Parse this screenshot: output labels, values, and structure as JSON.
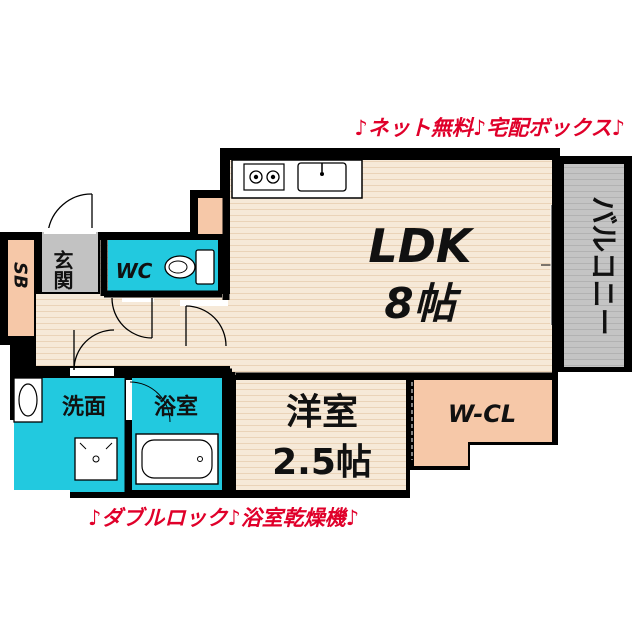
{
  "banner_top": "♪ネット無料♪宅配ボックス♪",
  "banner_bottom": "♪ダブルロック♪浴室乾燥機♪",
  "rooms": {
    "ldk_name": "LDK",
    "ldk_size": "8帖",
    "western_name": "洋室",
    "western_size": "2.5帖",
    "balcony": "バルコニー",
    "wcl": "W-CL",
    "entrance": "玄関",
    "sb": "SB",
    "wc": "WC",
    "washroom": "洗面",
    "bathroom": "浴室"
  },
  "colors": {
    "wall": "#000000",
    "floor_wood": "#f6e9d8",
    "floor_stripe": "#efdcc6",
    "wet_area": "#22c9df",
    "entrance_floor": "#bdbdbd",
    "storage": "#f6c8a8",
    "balcony": "#bdbdbd",
    "banner_text": "#e0002a"
  },
  "icons": [
    "stove-icon",
    "sink-icon",
    "toilet-icon",
    "washbasin-icon",
    "bathtub-icon",
    "washer-pan-icon",
    "door-swing-icon"
  ]
}
